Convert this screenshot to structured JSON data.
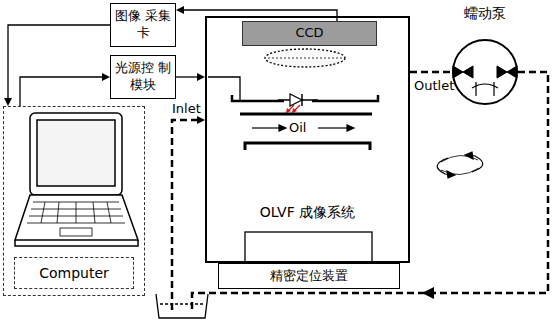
{
  "diagram": {
    "nodes": [
      {
        "text": [
          "图像 采集卡"
        ]
      },
      {
        "text": [
          "光源控 制模块"
        ]
      },
      {
        "text": [
          "Computer"
        ]
      },
      {
        "text": [
          "OLVF 成像系统"
        ]
      },
      {
        "text": [
          "CCD"
        ],
        "in": 3
      },
      {
        "text": [
          "精密定位装置"
        ]
      },
      {
        "text": [
          "蠕动泵"
        ]
      }
    ],
    "edges": [
      {
        "from": 4,
        "to": 0,
        "arrow": "to"
      },
      {
        "from": 0,
        "to": 2,
        "arrow": "to"
      },
      {
        "from": 2,
        "to": 1,
        "arrow": "to"
      },
      {
        "from": 1,
        "to": 3,
        "arrow": "to"
      },
      {
        "from": 3,
        "to": 6,
        "arrow": "none"
      },
      {
        "from": 6,
        "to": 3,
        "arrow": "to"
      }
    ],
    "labels": [
      "Inlet",
      "Oil",
      "Outlet"
    ]
  }
}
